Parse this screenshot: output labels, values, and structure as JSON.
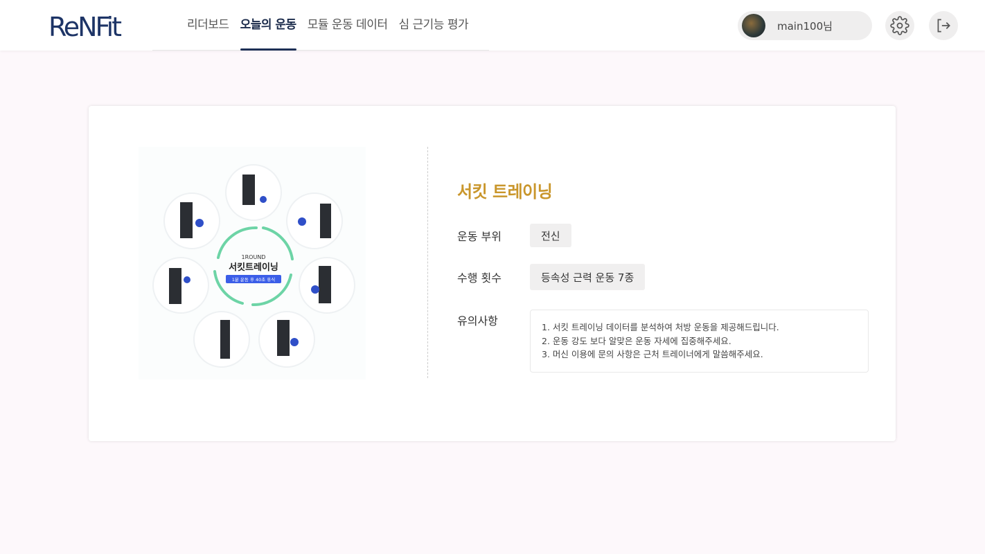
{
  "header": {
    "logo_text": "ReNFit",
    "nav": [
      {
        "label": "리더보드"
      },
      {
        "label": "오늘의 운동",
        "active": true
      },
      {
        "label": "모듈 운동 데이터"
      },
      {
        "label": "심 근기능 평가"
      }
    ],
    "user_name": "main100님"
  },
  "workout": {
    "image": {
      "round": "1ROUND",
      "title": "서킷트레이닝",
      "subtitle": "1분 운동 후 40초 휴식"
    },
    "title": "서킷 트레이닝",
    "body_part_label": "운동 부위",
    "body_part": "전신",
    "reps_label": "수행 횟수",
    "reps": "등속성 근력 운동 7종",
    "notes_label": "유의사항",
    "notes": [
      "1. 서킷 트레이닝 데이터를 분석하여 처방 운동을 제공해드립니다.",
      "2. 운동 강도 보다 알맞은 운동 자세에 집중해주세요.",
      "3. 머신 이용에 문의 사항은 근처 트레이너에게 말씀해주세요."
    ]
  },
  "colors": {
    "accent": "#c9962b",
    "nav_active": "#1d2f55",
    "arrow": "#5ccf9c",
    "badge": "#3b5ee8"
  }
}
